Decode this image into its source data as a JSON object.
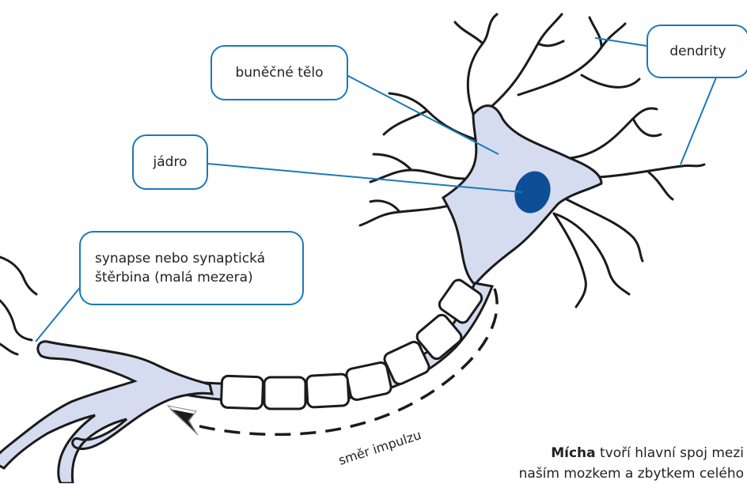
{
  "labels": {
    "cell_body": "buněčné tělo",
    "nucleus": "jádro",
    "dendrites": "dendrity",
    "synapse_line1": "synapse nebo synaptická",
    "synapse_line2": "štěrbina (malá mezera)",
    "impulse_direction": "směr impulzu"
  },
  "caption": {
    "bold": "Mícha",
    "line1_rest": " tvoří hlavní spoj mezi",
    "line2": "naším mozkem a zbytkem celého"
  },
  "colors": {
    "leader_line": "#1a7ab8",
    "box_border": "#1a7ab8",
    "cell_fill": "#d5dcf0",
    "nucleus_fill": "#0d4f96",
    "outline": "#1b1b1b",
    "text": "#222222"
  }
}
